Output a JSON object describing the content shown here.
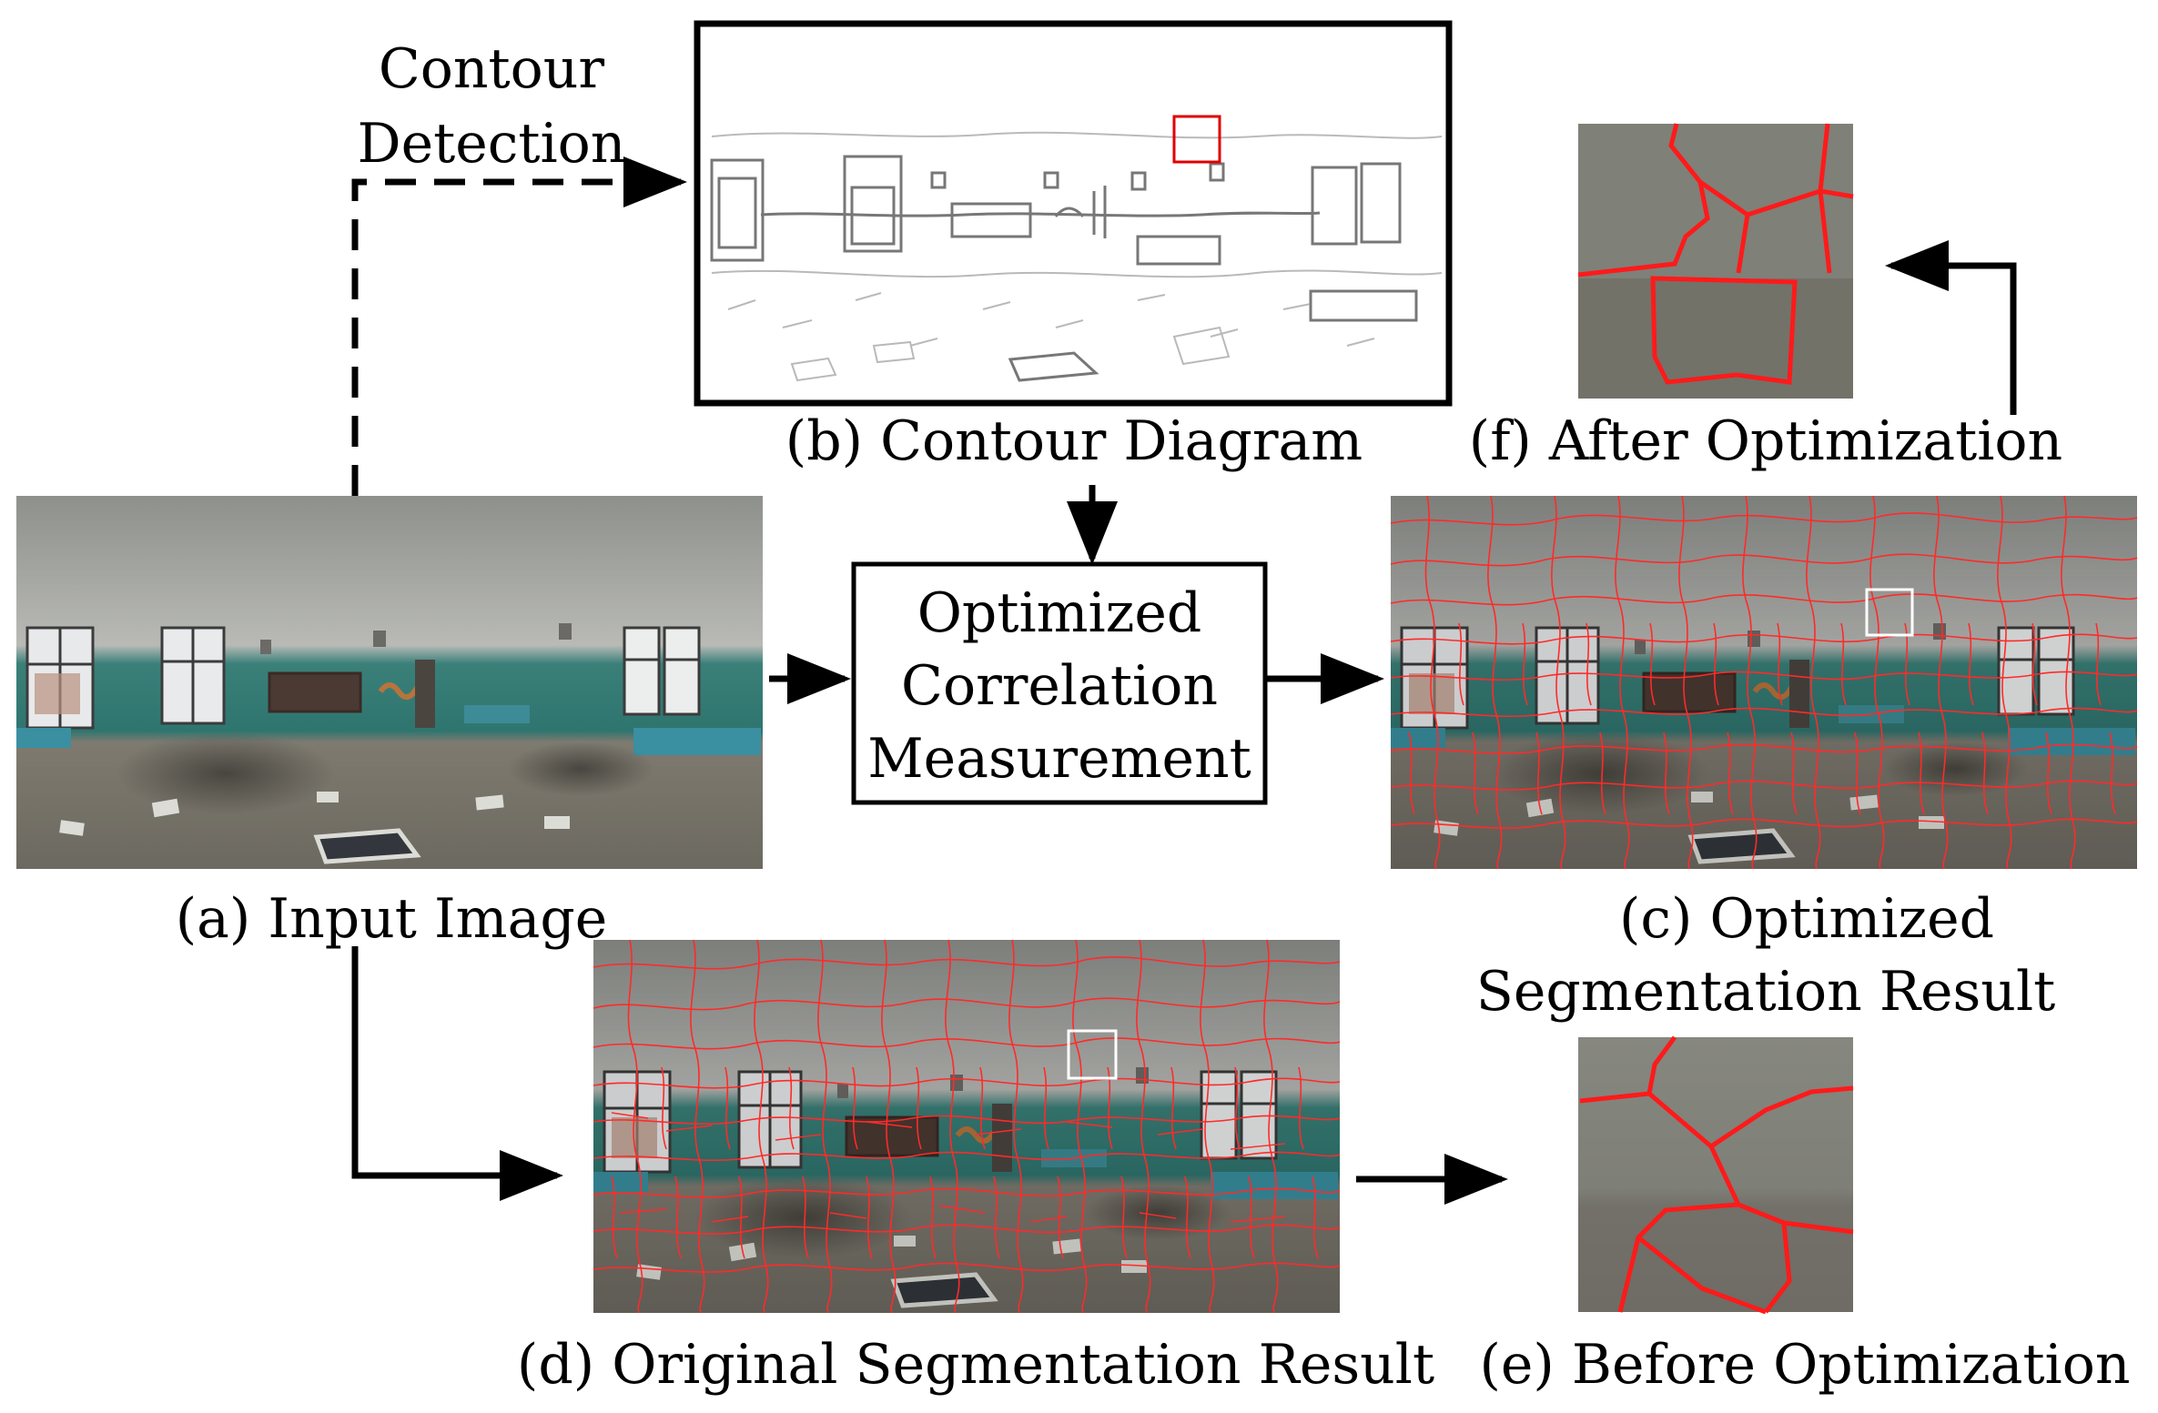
{
  "labels": {
    "contour_detection_1": "Contour",
    "contour_detection_2": "Detection",
    "panel_b": "(b) Contour Diagram",
    "panel_f": "(f) After Optimization",
    "panel_a": "(a) Input Image",
    "panel_c_1": "(c) Optimized",
    "panel_c_2": "Segmentation Result",
    "panel_d": "(d) Original Segmentation Result",
    "panel_e": "(e) Before Optimization"
  },
  "process_box": {
    "line1": "Optimized",
    "line2": "Correlation",
    "line3": "Measurement"
  },
  "colors": {
    "arrow": "#000000",
    "segmentation_line": "#ff2020",
    "roi_box_contour": "#e00000",
    "roi_box_segmentation": "#ffffff",
    "wall_upper": "#9a9c98",
    "wall_lower": "#2f7f79",
    "floor": "#7f7b72"
  }
}
